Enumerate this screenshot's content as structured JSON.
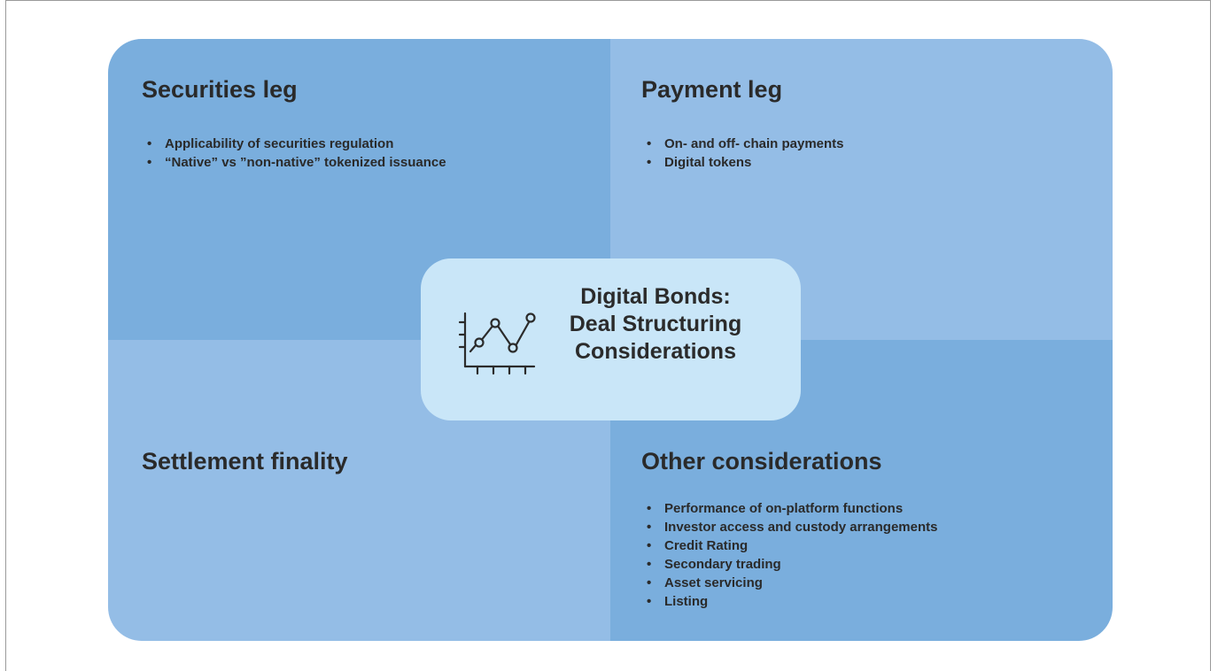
{
  "quadrants": {
    "securities": {
      "title": "Securities leg",
      "bullets": [
        "Applicability of securities regulation",
        "“Native” vs ”non-native” tokenized issuance"
      ]
    },
    "payment": {
      "title": "Payment leg",
      "bullets": [
        "On- and off- chain payments",
        "Digital tokens"
      ]
    },
    "settlement": {
      "title": "Settlement finality"
    },
    "other": {
      "title": "Other considerations",
      "bullets": [
        "Performance of on-platform functions",
        "Investor access and custody arrangements",
        "Credit Rating",
        "Secondary trading",
        "Asset servicing",
        "Listing"
      ]
    }
  },
  "center": {
    "title_line1": "Digital Bonds:",
    "title_line2": "Deal Structuring",
    "title_line3": "Considerations",
    "icon": "line-chart-icon"
  },
  "colors": {
    "quadrant_dark": "#7aaedd",
    "quadrant_light": "#94bde6",
    "center_box": "#c9e6f8",
    "text": "#2b2b2b"
  }
}
